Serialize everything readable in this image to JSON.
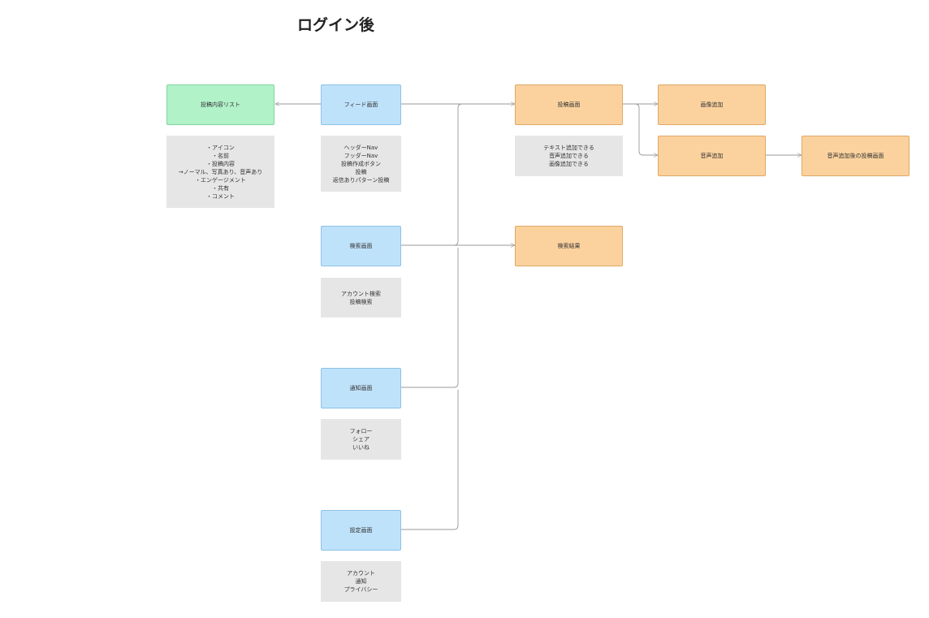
{
  "title": "ログイン後",
  "nodes": {
    "post_list": "投稿内容リスト",
    "feed": "フィード画面",
    "search": "検索画面",
    "notify": "通知画面",
    "settings": "設定画面",
    "post": "投稿画面",
    "search_result": "検索結果",
    "image_add": "画像追加",
    "audio_add": "音声追加",
    "after_audio": "音声追加後の投稿画面"
  },
  "notes": {
    "post_list": [
      "・アイコン",
      "・名前",
      "・投稿内容",
      "→ノーマル、写真あり、音声あり",
      "・エンゲージメント",
      "・共有",
      "・コメント"
    ],
    "feed": [
      "ヘッダーNav",
      "フッダーNav",
      "投稿作成ボタン",
      "投稿",
      "返信ありパターン投稿"
    ],
    "search": [
      "アカウント検索",
      "投稿検索"
    ],
    "notify": [
      "フォロー",
      "シェア",
      "いいね"
    ],
    "settings": [
      "アカウント",
      "通知",
      "プライバシー"
    ],
    "post": [
      "テキスト追加できる",
      "音声追加できる",
      "画像追加できる"
    ]
  },
  "colors": {
    "green": "#b1f2c9",
    "blue": "#bfe2fb",
    "orange": "#fbd29e",
    "note": "#e6e6e6",
    "connector": "#9a9a9a"
  }
}
